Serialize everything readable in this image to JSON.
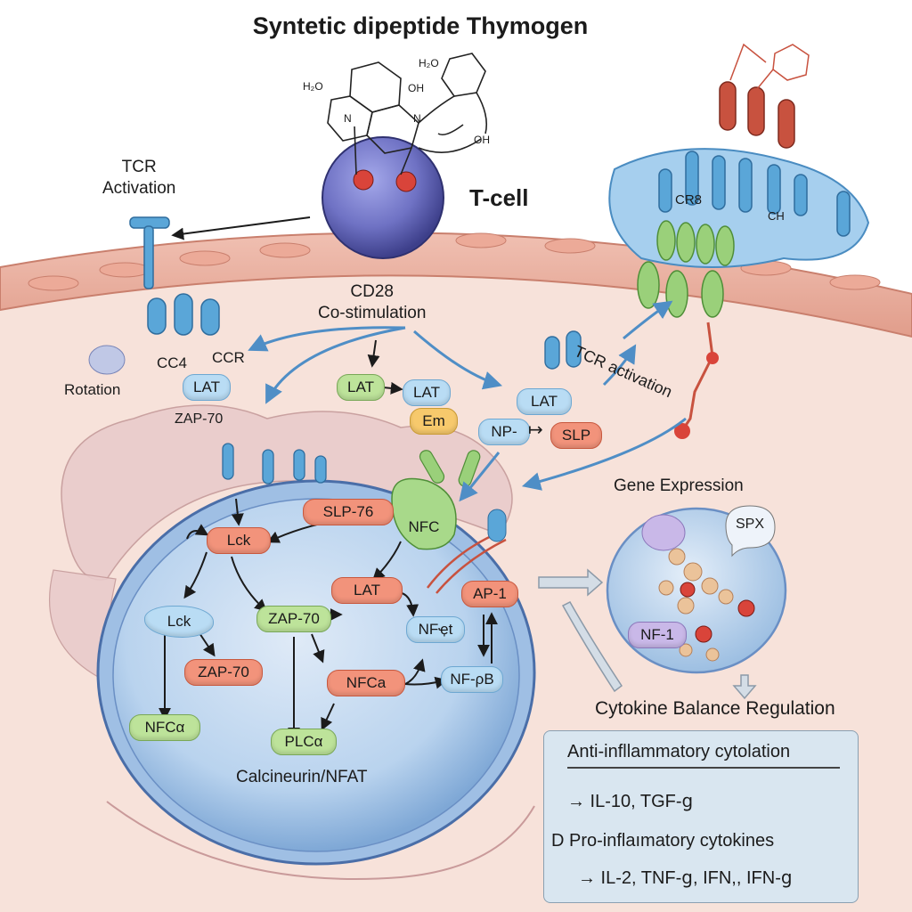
{
  "title": "Syntetic dipeptide Thymogen",
  "molecule_labels": {
    "h2o_left": "H₂O",
    "oh_top": "OH",
    "h2o_right": "H₂O",
    "oh_bottom": "OH",
    "n_left": "N",
    "n_right": "N"
  },
  "labels": {
    "tcr_activation_top": "TCR\nActivation",
    "t_cell": "T-cell",
    "cd28": "CD28\nCo-stimulation",
    "rotation": "Rotation",
    "cc4": "CC4",
    "ccr": "CCR",
    "zap70_top": "ZAP-70",
    "cr8": "CR8",
    "ch": "CH",
    "tcr_activation_right": "TCR activation",
    "gene_expression": "Gene Expression",
    "spx": "SPX",
    "calcineurin": "Calcineurin/NFAT",
    "cytokine_balance": "Cytokine Balance Regulation"
  },
  "pills": {
    "lat_left": "LAT",
    "lat_green": "LAT",
    "lat_blue": "LAT",
    "em": "Em",
    "lat_right": "LAT",
    "np": "NP-",
    "slp": "SLP",
    "np_arrow": "↦",
    "slp76": "SLP-76",
    "lck_main": "Lck",
    "nfc_green": "NFC",
    "lat_nucleus": "LAT",
    "ap1": "AP-1",
    "lck_blob": "Lck",
    "zap70_green": "ZAP-70",
    "nfkb1": "NFҿt",
    "zap70_red": "ZAP-70",
    "nfca_red": "NFCa",
    "nfpb": "NF-ρB",
    "nfca_green": "NFCα",
    "plca": "PLCα",
    "nf1": "NF-1"
  },
  "summary_box": {
    "anti_header": "Anti-infllammatory cytolation",
    "anti_items": "→ IL-10, TGF-ց",
    "pro_header": "D Pro-inflaımatory cytokines",
    "pro_items": "→ IL-2, TNF-ց, IFN,, IFN-ց"
  },
  "colors": {
    "membrane": "#e9b2a3",
    "cytoplasm": "#f5dcd3",
    "nucleus": "#b9d3ee",
    "tcell_sphere": "#6f72c4",
    "arrow_blue": "#4f8ec6",
    "receptor_blue": "#5aa6d8",
    "receptor_green": "#86c16a",
    "receptor_red": "#c8523f"
  }
}
